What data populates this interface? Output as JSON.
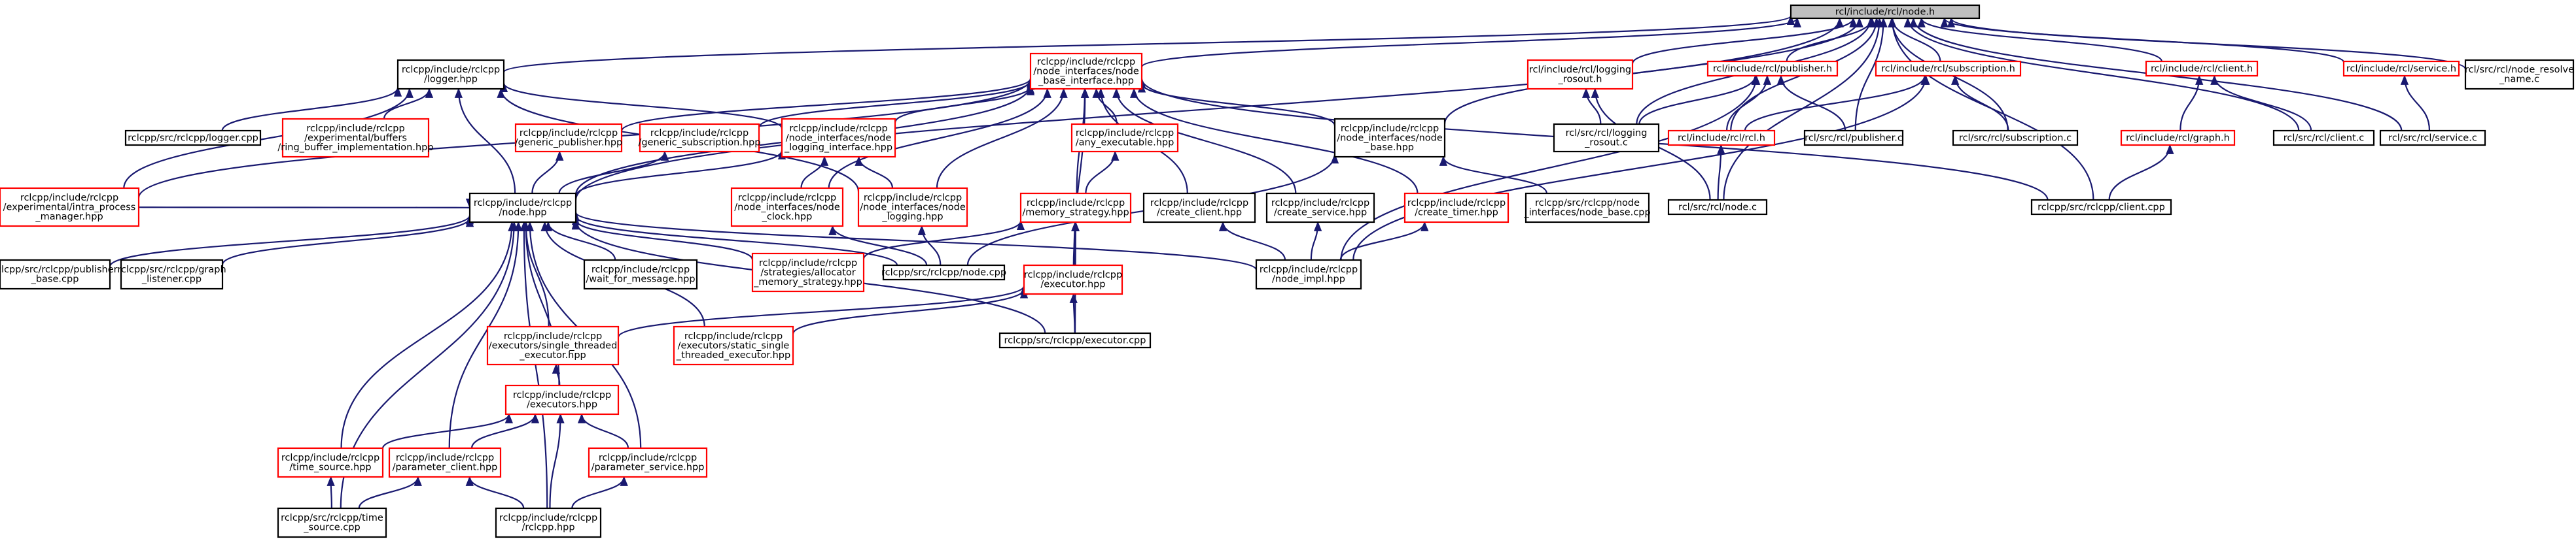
{
  "graph": {
    "nodes": [
      {
        "id": "node_h",
        "lines": [
          "rcl/include/rcl/node.h"
        ],
        "style": "root"
      },
      {
        "id": "logger_hpp",
        "lines": [
          "rclcpp/include/rclcpp",
          "/logger.hpp"
        ],
        "style": "black"
      },
      {
        "id": "node_base_interface",
        "lines": [
          "rclcpp/include/rclcpp",
          "/node_interfaces/node",
          "_base_interface.hpp"
        ],
        "style": "red"
      },
      {
        "id": "logging_rosout_h",
        "lines": [
          "rcl/include/rcl/logging",
          "_rosout.h"
        ],
        "style": "red"
      },
      {
        "id": "publisher_h",
        "lines": [
          "rcl/include/rcl/publisher.h"
        ],
        "style": "red"
      },
      {
        "id": "subscription_h",
        "lines": [
          "rcl/include/rcl/subscription.h"
        ],
        "style": "red"
      },
      {
        "id": "client_h",
        "lines": [
          "rcl/include/rcl/client.h"
        ],
        "style": "red"
      },
      {
        "id": "service_h",
        "lines": [
          "rcl/include/rcl/service.h"
        ],
        "style": "red"
      },
      {
        "id": "node_resolve_name_c",
        "lines": [
          "rcl/src/rcl/node_resolve",
          "_name.c"
        ],
        "style": "black"
      },
      {
        "id": "logger_cpp",
        "lines": [
          "rclcpp/src/rclcpp/logger.cpp"
        ],
        "style": "black"
      },
      {
        "id": "ring_buffer",
        "lines": [
          "rclcpp/include/rclcpp",
          "/experimental/buffers",
          "/ring_buffer_implementation.hpp"
        ],
        "style": "red"
      },
      {
        "id": "intra_process_manager",
        "lines": [
          "rclcpp/include/rclcpp",
          "/experimental/intra_process",
          "_manager.hpp"
        ],
        "style": "red"
      },
      {
        "id": "generic_publisher",
        "lines": [
          "rclcpp/include/rclcpp",
          "/generic_publisher.hpp"
        ],
        "style": "red"
      },
      {
        "id": "generic_subscription",
        "lines": [
          "rclcpp/include/rclcpp",
          "/generic_subscription.hpp"
        ],
        "style": "red"
      },
      {
        "id": "node_logging_interface",
        "lines": [
          "rclcpp/include/rclcpp",
          "/node_interfaces/node",
          "_logging_interface.hpp"
        ],
        "style": "red"
      },
      {
        "id": "any_executable",
        "lines": [
          "rclcpp/include/rclcpp",
          "/any_executable.hpp"
        ],
        "style": "red"
      },
      {
        "id": "node_base_hpp",
        "lines": [
          "rclcpp/include/rclcpp",
          "/node_interfaces/node",
          "_base.hpp"
        ],
        "style": "black"
      },
      {
        "id": "logging_rosout_c",
        "lines": [
          "rcl/src/rcl/logging",
          "_rosout.c"
        ],
        "style": "black"
      },
      {
        "id": "rcl_h",
        "lines": [
          "rcl/include/rcl/rcl.h"
        ],
        "style": "red"
      },
      {
        "id": "publisher_c",
        "lines": [
          "rcl/src/rcl/publisher.c"
        ],
        "style": "black"
      },
      {
        "id": "subscription_c",
        "lines": [
          "rcl/src/rcl/subscription.c"
        ],
        "style": "black"
      },
      {
        "id": "graph_h",
        "lines": [
          "rcl/include/rcl/graph.h"
        ],
        "style": "red"
      },
      {
        "id": "client_c",
        "lines": [
          "rcl/src/rcl/client.c"
        ],
        "style": "black"
      },
      {
        "id": "service_c",
        "lines": [
          "rcl/src/rcl/service.c"
        ],
        "style": "black"
      },
      {
        "id": "node_hpp",
        "lines": [
          "rclcpp/include/rclcpp",
          "/node.hpp"
        ],
        "style": "black"
      },
      {
        "id": "node_clock",
        "lines": [
          "rclcpp/include/rclcpp",
          "/node_interfaces/node",
          "_clock.hpp"
        ],
        "style": "red"
      },
      {
        "id": "node_logging",
        "lines": [
          "rclcpp/include/rclcpp",
          "/node_interfaces/node",
          "_logging.hpp"
        ],
        "style": "red"
      },
      {
        "id": "memory_strategy",
        "lines": [
          "rclcpp/include/rclcpp",
          "/memory_strategy.hpp"
        ],
        "style": "red"
      },
      {
        "id": "create_client",
        "lines": [
          "rclcpp/include/rclcpp",
          "/create_client.hpp"
        ],
        "style": "black"
      },
      {
        "id": "create_service",
        "lines": [
          "rclcpp/include/rclcpp",
          "/create_service.hpp"
        ],
        "style": "black"
      },
      {
        "id": "create_timer",
        "lines": [
          "rclcpp/include/rclcpp",
          "/create_timer.hpp"
        ],
        "style": "red"
      },
      {
        "id": "node_base_cpp",
        "lines": [
          "rclcpp/src/rclcpp/node",
          "_interfaces/node_base.cpp"
        ],
        "style": "black"
      },
      {
        "id": "node_c",
        "lines": [
          "rcl/src/rcl/node.c"
        ],
        "style": "black"
      },
      {
        "id": "client_cpp",
        "lines": [
          "rclcpp/src/rclcpp/client.cpp"
        ],
        "style": "black"
      },
      {
        "id": "publisher_base_cpp",
        "lines": [
          "rclcpp/src/rclcpp/publisher",
          "_base.cpp"
        ],
        "style": "black"
      },
      {
        "id": "graph_listener_cpp",
        "lines": [
          "rclcpp/src/rclcpp/graph",
          "_listener.cpp"
        ],
        "style": "black"
      },
      {
        "id": "wait_for_message",
        "lines": [
          "rclcpp/include/rclcpp",
          "/wait_for_message.hpp"
        ],
        "style": "black"
      },
      {
        "id": "allocator_memory_strategy",
        "lines": [
          "rclcpp/include/rclcpp",
          "/strategies/allocator",
          "_memory_strategy.hpp"
        ],
        "style": "red"
      },
      {
        "id": "node_cpp",
        "lines": [
          "rclcpp/src/rclcpp/node.cpp"
        ],
        "style": "black"
      },
      {
        "id": "node_impl",
        "lines": [
          "rclcpp/include/rclcpp",
          "/node_impl.hpp"
        ],
        "style": "black"
      },
      {
        "id": "executor_hpp",
        "lines": [
          "rclcpp/include/rclcpp",
          "/executor.hpp"
        ],
        "style": "red"
      },
      {
        "id": "single_threaded_executor",
        "lines": [
          "rclcpp/include/rclcpp",
          "/executors/single_threaded",
          "_executor.hpp"
        ],
        "style": "red"
      },
      {
        "id": "static_single_threaded_executor",
        "lines": [
          "rclcpp/include/rclcpp",
          "/executors/static_single",
          "_threaded_executor.hpp"
        ],
        "style": "red"
      },
      {
        "id": "executor_cpp",
        "lines": [
          "rclcpp/src/rclcpp/executor.cpp"
        ],
        "style": "black"
      },
      {
        "id": "executors_hpp",
        "lines": [
          "rclcpp/include/rclcpp",
          "/executors.hpp"
        ],
        "style": "red"
      },
      {
        "id": "time_source_hpp",
        "lines": [
          "rclcpp/include/rclcpp",
          "/time_source.hpp"
        ],
        "style": "red"
      },
      {
        "id": "parameter_client",
        "lines": [
          "rclcpp/include/rclcpp",
          "/parameter_client.hpp"
        ],
        "style": "red"
      },
      {
        "id": "parameter_service",
        "lines": [
          "rclcpp/include/rclcpp",
          "/parameter_service.hpp"
        ],
        "style": "red"
      },
      {
        "id": "time_source_cpp",
        "lines": [
          "rclcpp/src/rclcpp/time",
          "_source.cpp"
        ],
        "style": "black"
      },
      {
        "id": "rclcpp_hpp",
        "lines": [
          "rclcpp/include/rclcpp",
          "/rclcpp.hpp"
        ],
        "style": "black"
      }
    ],
    "edges": [
      [
        "logger_hpp",
        "node_h"
      ],
      [
        "node_base_interface",
        "node_h"
      ],
      [
        "logging_rosout_h",
        "node_h"
      ],
      [
        "publisher_h",
        "node_h"
      ],
      [
        "subscription_h",
        "node_h"
      ],
      [
        "client_h",
        "node_h"
      ],
      [
        "service_h",
        "node_h"
      ],
      [
        "node_resolve_name_c",
        "node_h"
      ],
      [
        "node_hpp",
        "node_h"
      ],
      [
        "node_base_hpp",
        "node_h"
      ],
      [
        "logging_rosout_c",
        "node_h"
      ],
      [
        "rcl_h",
        "node_h"
      ],
      [
        "publisher_c",
        "node_h"
      ],
      [
        "subscription_c",
        "node_h"
      ],
      [
        "client_c",
        "node_h"
      ],
      [
        "service_c",
        "node_h"
      ],
      [
        "node_c",
        "node_h"
      ],
      [
        "client_cpp",
        "node_h"
      ],
      [
        "logger_cpp",
        "logger_hpp"
      ],
      [
        "ring_buffer",
        "logger_hpp"
      ],
      [
        "intra_process_manager",
        "logger_hpp"
      ],
      [
        "node_logging_interface",
        "logger_hpp"
      ],
      [
        "node_hpp",
        "logger_hpp"
      ],
      [
        "node_logging",
        "logger_hpp"
      ],
      [
        "intra_process_manager",
        "node_base_interface"
      ],
      [
        "generic_publisher",
        "node_base_interface"
      ],
      [
        "generic_subscription",
        "node_base_interface"
      ],
      [
        "node_logging_interface",
        "node_base_interface"
      ],
      [
        "any_executable",
        "node_base_interface"
      ],
      [
        "node_base_hpp",
        "node_base_interface"
      ],
      [
        "node_hpp",
        "node_base_interface"
      ],
      [
        "node_clock",
        "node_base_interface"
      ],
      [
        "node_logging",
        "node_base_interface"
      ],
      [
        "memory_strategy",
        "node_base_interface"
      ],
      [
        "create_client",
        "node_base_interface"
      ],
      [
        "create_service",
        "node_base_interface"
      ],
      [
        "create_timer",
        "node_base_interface"
      ],
      [
        "executor_hpp",
        "node_base_interface"
      ],
      [
        "client_cpp",
        "node_base_interface"
      ],
      [
        "logging_rosout_c",
        "logging_rosout_h"
      ],
      [
        "node_c",
        "logging_rosout_h"
      ],
      [
        "rcl_h",
        "publisher_h"
      ],
      [
        "publisher_c",
        "publisher_h"
      ],
      [
        "logging_rosout_c",
        "publisher_h"
      ],
      [
        "node_impl",
        "publisher_h"
      ],
      [
        "rcl_h",
        "subscription_h"
      ],
      [
        "subscription_c",
        "subscription_h"
      ],
      [
        "node_impl",
        "subscription_h"
      ],
      [
        "graph_h",
        "client_h"
      ],
      [
        "client_c",
        "client_h"
      ],
      [
        "service_c",
        "service_h"
      ],
      [
        "client_cpp",
        "graph_h"
      ],
      [
        "node_c",
        "rcl_h"
      ],
      [
        "node_hpp",
        "generic_publisher"
      ],
      [
        "node_hpp",
        "generic_subscription"
      ],
      [
        "node_hpp",
        "node_logging_interface"
      ],
      [
        "node_clock",
        "node_logging_interface"
      ],
      [
        "node_logging",
        "node_logging_interface"
      ],
      [
        "memory_strategy",
        "any_executable"
      ],
      [
        "node_base_cpp",
        "node_base_hpp"
      ],
      [
        "node_cpp",
        "node_base_hpp"
      ],
      [
        "node_cpp",
        "node_clock"
      ],
      [
        "node_cpp",
        "node_logging"
      ],
      [
        "allocator_memory_strategy",
        "memory_strategy"
      ],
      [
        "executor_hpp",
        "memory_strategy"
      ],
      [
        "executor_cpp",
        "memory_strategy"
      ],
      [
        "node_impl",
        "create_client"
      ],
      [
        "node_impl",
        "create_service"
      ],
      [
        "node_impl",
        "create_timer"
      ],
      [
        "intra_process_manager",
        "node_hpp"
      ],
      [
        "publisher_base_cpp",
        "node_hpp"
      ],
      [
        "graph_listener_cpp",
        "node_hpp"
      ],
      [
        "wait_for_message",
        "node_hpp"
      ],
      [
        "allocator_memory_strategy",
        "node_hpp"
      ],
      [
        "node_cpp",
        "node_hpp"
      ],
      [
        "node_impl",
        "node_hpp"
      ],
      [
        "executor_cpp",
        "node_hpp"
      ],
      [
        "single_threaded_executor",
        "node_hpp"
      ],
      [
        "static_single_threaded_executor",
        "node_hpp"
      ],
      [
        "executors_hpp",
        "node_hpp"
      ],
      [
        "time_source_hpp",
        "node_hpp"
      ],
      [
        "parameter_client",
        "node_hpp"
      ],
      [
        "parameter_service",
        "node_hpp"
      ],
      [
        "time_source_cpp",
        "node_hpp"
      ],
      [
        "rclcpp_hpp",
        "node_hpp"
      ],
      [
        "single_threaded_executor",
        "executor_hpp"
      ],
      [
        "static_single_threaded_executor",
        "executor_hpp"
      ],
      [
        "executor_cpp",
        "executor_hpp"
      ],
      [
        "executors_hpp",
        "single_threaded_executor"
      ],
      [
        "time_source_hpp",
        "executors_hpp"
      ],
      [
        "parameter_client",
        "executors_hpp"
      ],
      [
        "parameter_service",
        "executors_hpp"
      ],
      [
        "rclcpp_hpp",
        "executors_hpp"
      ],
      [
        "time_source_cpp",
        "time_source_hpp"
      ],
      [
        "time_source_cpp",
        "parameter_client"
      ],
      [
        "rclcpp_hpp",
        "parameter_client"
      ],
      [
        "rclcpp_hpp",
        "parameter_service"
      ]
    ]
  }
}
